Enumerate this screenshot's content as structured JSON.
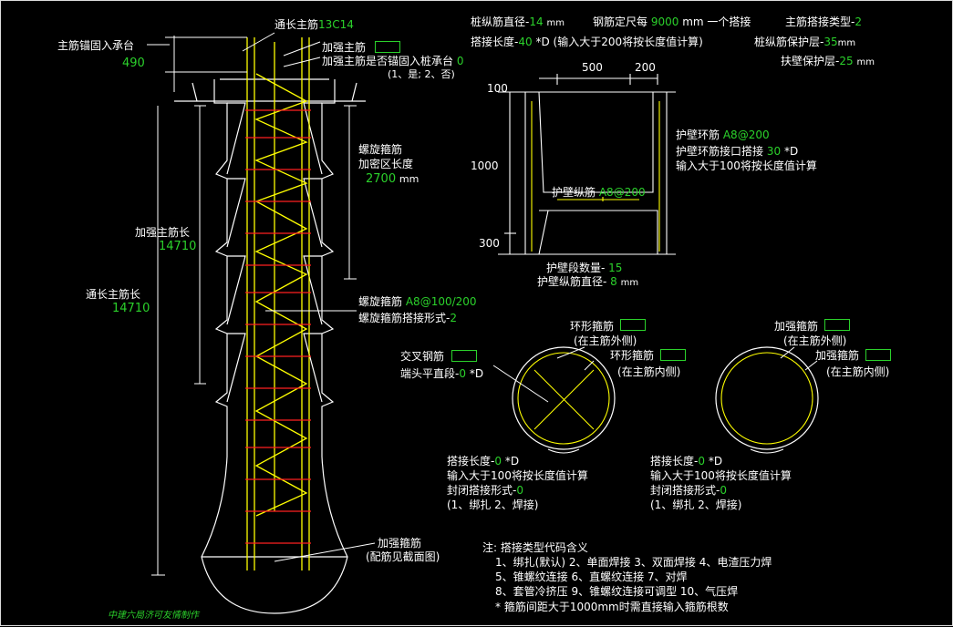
{
  "pile": {
    "main_rebar_label": "通长主筋",
    "main_rebar_value": "13C14",
    "anchor_label": "主筋锚固入承台",
    "anchor_value": "490",
    "reinforce_main_label": "加强主筋",
    "reinforce_anchor_label": "加强主筋是否锚固入桩承台",
    "reinforce_anchor_value": "0",
    "reinforce_anchor_hint": "(1、是; 2、否)",
    "spiral_dense_label_1": "螺旋箍筋",
    "spiral_dense_label_2": "加密区长度",
    "spiral_dense_value": "2700",
    "spiral_dense_unit": "mm",
    "reinforce_len_label": "加强主筋长",
    "reinforce_len_value": "14710",
    "through_len_label": "通长主筋长",
    "through_len_value": "14710",
    "spiral_label": "螺旋箍筋",
    "spiral_value": "A8@100/200",
    "spiral_lap_label": "螺旋箍筋搭接形式-",
    "spiral_lap_value": "2",
    "stirrup_label": "加强箍筋",
    "stirrup_hint": "(配筋见截面图)",
    "credit": "中建六局济可友情制作"
  },
  "params": {
    "dia_label": "桩纵筋直径-",
    "dia_value": "14",
    "dia_unit": "mm",
    "fixed_len_label": "钢筋定尺每",
    "fixed_len_value": "9000",
    "fixed_len_unit": "mm 一个搭接",
    "lap_type_label": "主筋搭接类型-",
    "lap_type_value": "2",
    "lap_len_label": "搭接长度-",
    "lap_len_value": "40",
    "lap_len_hint": "*D (输入大于200将按长度值计算)",
    "cover_label": "桩纵筋保护层-",
    "cover_value": "35",
    "cover_unit": "mm",
    "wall_cover_label": "扶壁保护层-",
    "wall_cover_value": "25",
    "wall_cover_unit": "mm"
  },
  "wall": {
    "dim_500": "500",
    "dim_200": "200",
    "dim_100": "100",
    "dim_1000": "1000",
    "dim_300": "300",
    "ring_label": "护壁环筋",
    "ring_value": "A8@200",
    "ring_lap_label": "护壁环筋接口搭接",
    "ring_lap_value": "30",
    "ring_lap_unit": "*D",
    "ring_lap_hint": "输入大于100将按长度值计算",
    "long_label": "护壁纵筋",
    "long_value": "A8@200",
    "seg_count_label": "护壁段数量-",
    "seg_count_value": "15",
    "long_dia_label": "护壁纵筋直径-",
    "long_dia_value": "8",
    "long_dia_unit": "mm"
  },
  "section_left": {
    "outer_ring_label": "环形箍筋",
    "outer_ring_hint": "(在主筋外侧)",
    "inner_ring_label": "环形箍筋",
    "inner_ring_hint": "(在主筋内侧)",
    "cross_label": "交叉钢筋",
    "end_straight_label": "端头平直段-",
    "end_straight_value": "0",
    "end_straight_unit": "*D",
    "lap_len_label": "搭接长度-",
    "lap_len_value": "0",
    "lap_len_unit": "*D",
    "lap_hint": "输入大于100将按长度值计算",
    "closed_label": "封闭搭接形式-",
    "closed_value": "0",
    "closed_hint": "(1、绑扎   2、焊接)"
  },
  "section_right": {
    "outer_ring_label": "加强箍筋",
    "outer_ring_hint": "(在主筋外侧)",
    "inner_ring_label": "加强箍筋",
    "inner_ring_hint": "(在主筋内侧)",
    "lap_len_label": "搭接长度-",
    "lap_len_value": "0",
    "lap_len_unit": "*D",
    "lap_hint": "输入大于100将按长度值计算",
    "closed_label": "封闭搭接形式-",
    "closed_value": "0",
    "closed_hint": "(1、绑扎   2、焊接)"
  },
  "notes": {
    "title": "注: 搭接类型代码含义",
    "line1": "1、绑扎(默认)     2、单面焊接     3、双面焊接     4、电渣压力焊",
    "line2": "5、锥螺纹连接     6、直螺纹连接     7、对焊",
    "line3": "8、套管冷挤压     9、锥螺纹连接可调型     10、气压焊",
    "line4": "* 箍筋间距大于1000mm时需直接输入箍筋根数"
  },
  "colors": {
    "background": "#000000",
    "text": "#ffffff",
    "value": "#2bd12b",
    "rebar": "#ffff00",
    "stirrup": "#ff2020",
    "outline": "#ffffff"
  }
}
